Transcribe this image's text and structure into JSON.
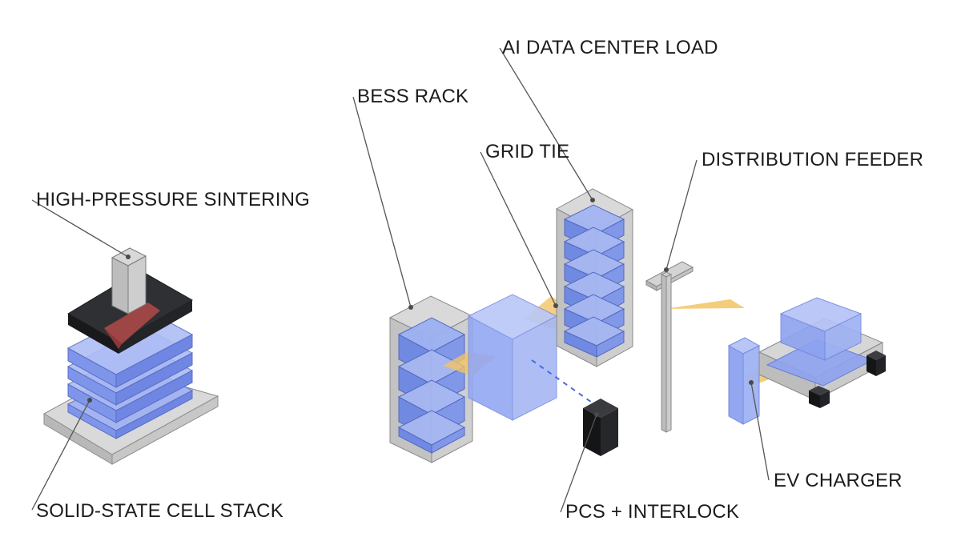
{
  "labels": {
    "sintering": "HIGH-PRESSURE SINTERING",
    "cell_stack": "SOLID-STATE CELL STACK",
    "bess_rack": "BESS RACK",
    "grid_tie": "GRID TIE",
    "ai_load": "AI DATA CENTER LOAD",
    "feeder": "DISTRIBUTION FEEDER",
    "ev_charger": "EV CHARGER",
    "pcs": "PCS + INTERLOCK"
  },
  "colors": {
    "cell_blue": "#8b9ff0",
    "cell_blue_dark": "#5f79de",
    "frame_gray": "#c9c9c9",
    "press_dark": "#2b2b2e",
    "press_red": "#b04a4a",
    "flow_amber": "#f2c464",
    "cabinet_black": "#1e1f22"
  }
}
